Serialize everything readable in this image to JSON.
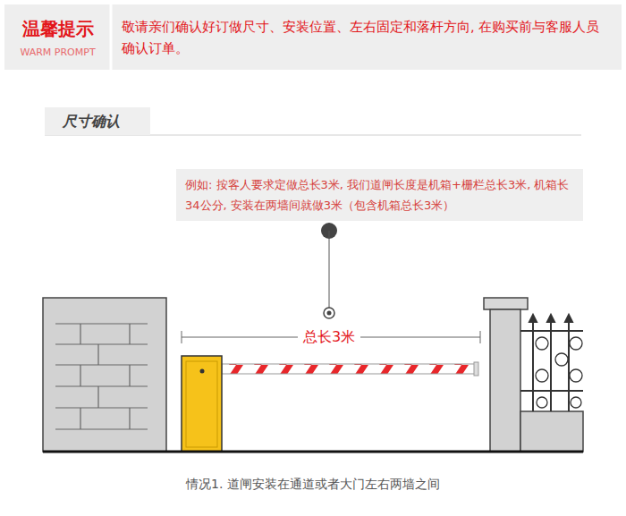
{
  "diagram": {
    "title": "尺寸确认",
    "caption": "情况1. 道闸安装在通道或者大门左右两墙之间",
    "nodes": [
      {
        "text": [
          "温馨提示",
          "WARM PROMPT"
        ]
      },
      {
        "text": [
          "敬请亲们确认好订做尺寸、安装位置、左右固定和落杆方向, 在购买前与客服人员确认订单。"
        ]
      },
      {
        "text": [
          "例如: 按客人要求定做总长3米, 我们道闸长度是机箱+栅栏总长3米, 机箱长34公分, 安装在两墙间就做3米（包含机箱总长3米）"
        ]
      }
    ],
    "labels": [
      "总长3米"
    ]
  }
}
